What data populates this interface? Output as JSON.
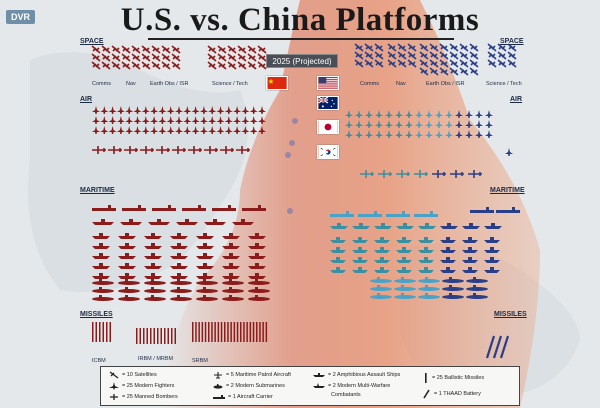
{
  "badge": {
    "label": "DVR"
  },
  "title": "U.S. vs. China Platforms",
  "year_label": "2025 (Projected)",
  "sections": {
    "space_left": "SPACE",
    "space_right": "SPACE",
    "air_left": "AIR",
    "air_right": "AIR",
    "maritime_left": "MARITIME",
    "maritime_right": "MARITIME",
    "missiles_left": "MISSILES",
    "missiles_right": "MISSILES"
  },
  "space_labels_left": [
    "Comms",
    "Nav",
    "Earth Obs / ISR",
    "Science / Tech"
  ],
  "space_labels_right": [
    "Comms",
    "Nav",
    "Earth Obs / ISR",
    "Science / Tech"
  ],
  "missile_labels": [
    "ICBM",
    "IRBM / MRBM",
    "SRBM"
  ],
  "flags": [
    "china-flag",
    "us-flag",
    "australia-flag",
    "japan-flag",
    "south-korea-flag"
  ],
  "legend": [
    "= 10 Satellites",
    "= 25 Modern Fighters",
    "= 25 Manned Bombers",
    "= 5 Maritime Patrol Aircraft",
    "= 2 Modern Submarines",
    "= 1 Aircraft Carrier",
    "= 2 Amphibious Assault Ships",
    "= 2 Modern Multi-Warfare",
    "Combatants",
    "= 25 Ballistic Missiles",
    "= 1 THAAD Battery"
  ],
  "colors": {
    "china": "#8b1c1c",
    "us": "#2b3f86",
    "ally_light": "#4aa3c7",
    "ally_teal": "#3a8fa0",
    "band": "#e0633f"
  }
}
